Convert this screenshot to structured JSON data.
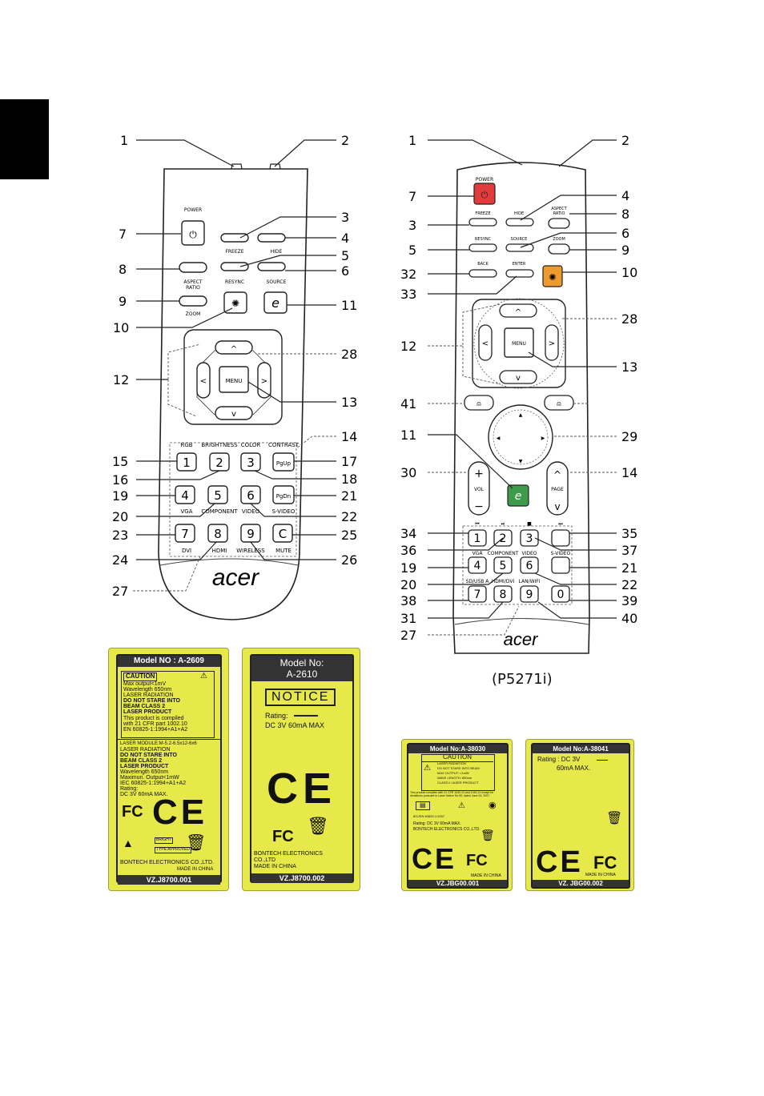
{
  "left_remote": {
    "callouts": [
      "1",
      "2",
      "7",
      "3",
      "4",
      "5",
      "6",
      "8",
      "9",
      "10",
      "11",
      "12",
      "28",
      "13",
      "14",
      "15",
      "16",
      "17",
      "18",
      "19",
      "20",
      "21",
      "22",
      "23",
      "24",
      "25",
      "26",
      "27"
    ],
    "buttons": {
      "power": "POWER",
      "freeze": "FREEZE",
      "hide": "HIDE",
      "aspect_ratio": "ASPECT RATIO",
      "resync": "RESYNC",
      "source": "SOURCE",
      "zoom": "ZOOM",
      "menu": "MENU",
      "rgb": "RGB",
      "brightness": "BRIGHTNESS",
      "color": "COLOR",
      "contrast": "CONTRAST",
      "vga": "VGA",
      "component": "COMPONENT",
      "video": "VIDEO",
      "s_video": "S-VIDEO",
      "dvi": "DVI",
      "hdmi": "HDMI",
      "wireless": "WIRELESS",
      "mute": "MUTE",
      "pgup": "PgUp",
      "pgdn": "PgDn",
      "keys": [
        "1",
        "2",
        "3",
        "4",
        "5",
        "6",
        "7",
        "8",
        "9",
        "C"
      ]
    },
    "brand": "acer"
  },
  "right_remote": {
    "callouts": [
      "1",
      "2",
      "7",
      "4",
      "3",
      "8",
      "5",
      "6",
      "9",
      "32",
      "10",
      "33",
      "28",
      "12",
      "13",
      "41",
      "11",
      "29",
      "30",
      "14",
      "34",
      "35",
      "36",
      "37",
      "19",
      "21",
      "20",
      "22",
      "38",
      "39",
      "31",
      "40",
      "27"
    ],
    "buttons": {
      "power": "POWER",
      "freeze": "FREEZE",
      "hide": "HIDE",
      "aspect_ratio": "ASPECT RATIO",
      "resync": "RESYNC",
      "source": "SOURCE",
      "zoom": "ZOOM",
      "back": "BACK",
      "enter": "ENTER",
      "menu": "MENU",
      "vol": "VOL",
      "page": "PAGE",
      "vga": "VGA",
      "component": "COMPONENT",
      "video": "VIDEO",
      "s_video": "S-VIDEO",
      "sd_usb": "SD/USB A",
      "hdmi_dvi": "HDMI/DVI",
      "lan_wifi": "LAN/WIFI",
      "keys": [
        "1",
        "2",
        "3",
        "4",
        "5",
        "6",
        "7",
        "8",
        "9",
        "0"
      ]
    },
    "brand": "acer",
    "caption": "(P5271i)"
  },
  "labels": {
    "a2609": {
      "model": "Model NO : A-2609",
      "caution": "CAUTION",
      "lines1": [
        "Max output<1mV",
        "Wavelength 650nm",
        "LASER RADIATION",
        "DO NOT STARE INTO",
        "BEAM CLASS 2",
        "LASER PRODUCT",
        "This product is compiled",
        "with 21 CFR part 1002.10",
        "EN 60825-1:1994+A1+A2"
      ],
      "lines2": [
        "LASER MODULE:M-5.2-6.5x12-6x6",
        "LASER RADIATION",
        "DO NOT STARE INTO",
        "BEAM CLASS 2",
        "LASER PRODUCT",
        "Wavelength 650nm",
        "Maximun. Output<1mW",
        "IEC 60825-1:1994+A1+A2",
        "Rating:",
        "DC 3V 60mA MAX."
      ],
      "ce": "CE",
      "fcc": "FC",
      "brand1": "BRIGHT",
      "brand2": "TYPE APPROVED",
      "maker": "BONTECH ELECTRONICS CO.,LTD.",
      "made": "MADE IN CHINA",
      "part": "VZ.J8700.001"
    },
    "a2610": {
      "model1": "Model No:",
      "model2": "A-2610",
      "notice": "NOTICE",
      "rating": "Rating:",
      "dc": "DC 3V 60mA MAX",
      "ce": "CE",
      "fcc": "FC",
      "maker1": "BONTECH ELECTRONICS",
      "maker2": "CO.,LTD",
      "made": "MADE IN CHINA",
      "part": "VZ.J8700.002"
    },
    "a38030": {
      "model": "Model No:A-38030",
      "caution": "CAUTION",
      "lines": [
        "LASER RADIATION",
        "DO NOT STARE INTO BEAM",
        "MAX OUTPUT: <1mW",
        "WAVE LENGTH: 650nm",
        "CLASS II LASER PRODUCT"
      ],
      "compliance": "This product complies with 21 CFR 1040.10 and 1040.11 except for deviations pursuant to Laser Notice No.50, dated June 24, 2007.",
      "iec": "IEC/EN 60825-1:2007",
      "rating": "Rating: DC 3V 60mA MAX.",
      "maker": "BONTECH ELECTRONICS CO.,LTD.",
      "ce": "CE",
      "fcc": "FC",
      "made": "MADE IN CHINA",
      "part": "VZ.JBG00.001"
    },
    "a38041": {
      "model": "Model No:A-38041",
      "rating": "Rating : DC 3V",
      "rating2": "60mA MAX.",
      "ce": "CE",
      "fcc": "FC",
      "made": "MADE IN CHINA",
      "part": "VZ. JBG00.002"
    }
  }
}
